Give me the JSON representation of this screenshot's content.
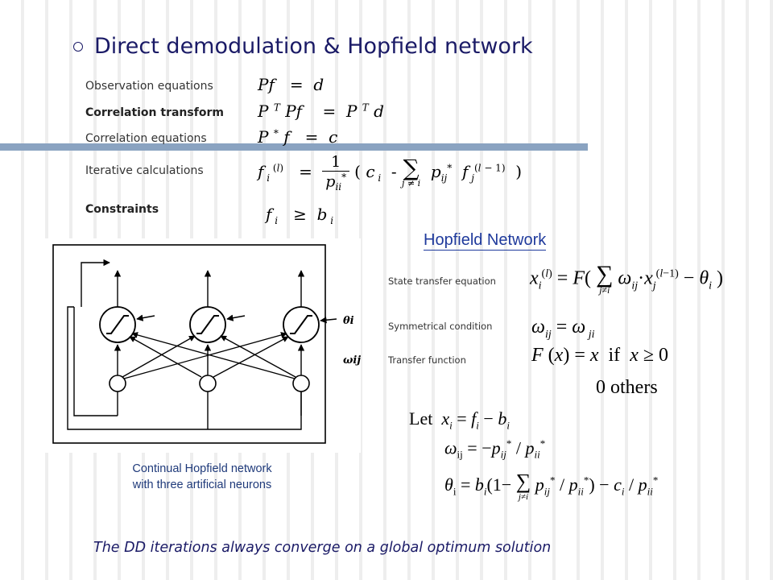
{
  "slide": {
    "title": "Direct demodulation & Hopfield network",
    "footer": "The DD iterations always converge on a global optimum solution"
  },
  "equations": {
    "observation_label": "Observation equations",
    "correlation_transform_label": "Correlation transform",
    "correlation_equations_label": "Correlation equations",
    "iterative_label": "Iterative calculations",
    "constraints_label": "Constraints"
  },
  "hopfield": {
    "title": "Hopfield Network",
    "state_transfer_label": "State transfer equation",
    "symmetrical_label": "Symmetrical condition",
    "transfer_function_label": "Transfer function",
    "others_text": "0  others",
    "let_text": "Let"
  },
  "diagram": {
    "theta_label": "θi",
    "omega_label": "ωij",
    "caption_line1": "Continual Hopfield network",
    "caption_line2": "with three artificial neurons"
  }
}
